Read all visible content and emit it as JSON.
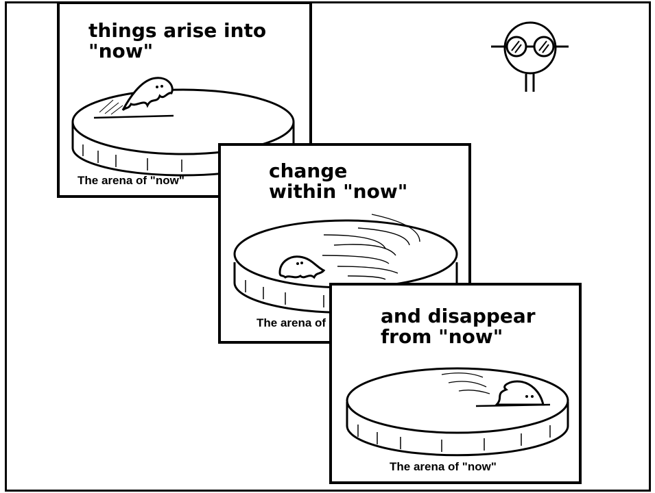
{
  "comic": {
    "panels": [
      {
        "title": "things arise into\n\"now\"",
        "caption": "The arena of \"now\""
      },
      {
        "title": "change\nwithin \"now\"",
        "caption": "The arena of \"now\""
      },
      {
        "title": "and disappear\nfrom \"now\"",
        "caption": "The arena of \"now\""
      }
    ]
  },
  "icons": {
    "observer": "glasses-face-icon",
    "arena": "disc-platform-icon",
    "creature": "blob-creature-icon"
  },
  "colors": {
    "ink": "#000000",
    "paper": "#ffffff"
  }
}
